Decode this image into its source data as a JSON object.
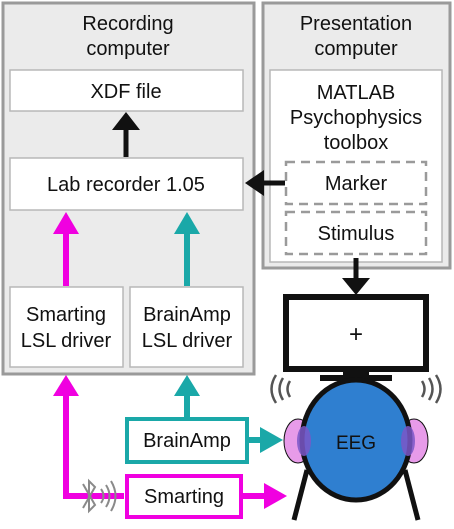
{
  "recording_computer": {
    "title_line1": "Recording",
    "title_line2": "computer",
    "xdf_file": "XDF file",
    "lab_recorder": "Lab recorder 1.05",
    "smarting_driver_line1": "Smarting",
    "smarting_driver_line2": "LSL driver",
    "brainamp_driver_line1": "BrainAmp",
    "brainamp_driver_line2": "LSL driver"
  },
  "presentation_computer": {
    "title_line1": "Presentation",
    "title_line2": "computer",
    "toolbox_line1": "MATLAB",
    "toolbox_line2": "Psychophysics",
    "toolbox_line3": "toolbox",
    "marker": "Marker",
    "stimulus": "Stimulus"
  },
  "monitor": {
    "fixation_cross": "+"
  },
  "amplifiers": {
    "brainamp": "BrainAmp",
    "smarting": "Smarting"
  },
  "head": {
    "label": "EEG"
  },
  "colors": {
    "smarting": "#f000e0",
    "brainamp": "#1aa8a8",
    "panel_border": "#9a9a9a",
    "panel_fill": "#ebebeb",
    "head_fill": "#2f7fd0",
    "ear_fill": "#e79be9"
  },
  "icons": [
    "bluetooth-icon",
    "speaker-left-icon",
    "speaker-right-icon",
    "monitor-icon",
    "head-icon"
  ]
}
